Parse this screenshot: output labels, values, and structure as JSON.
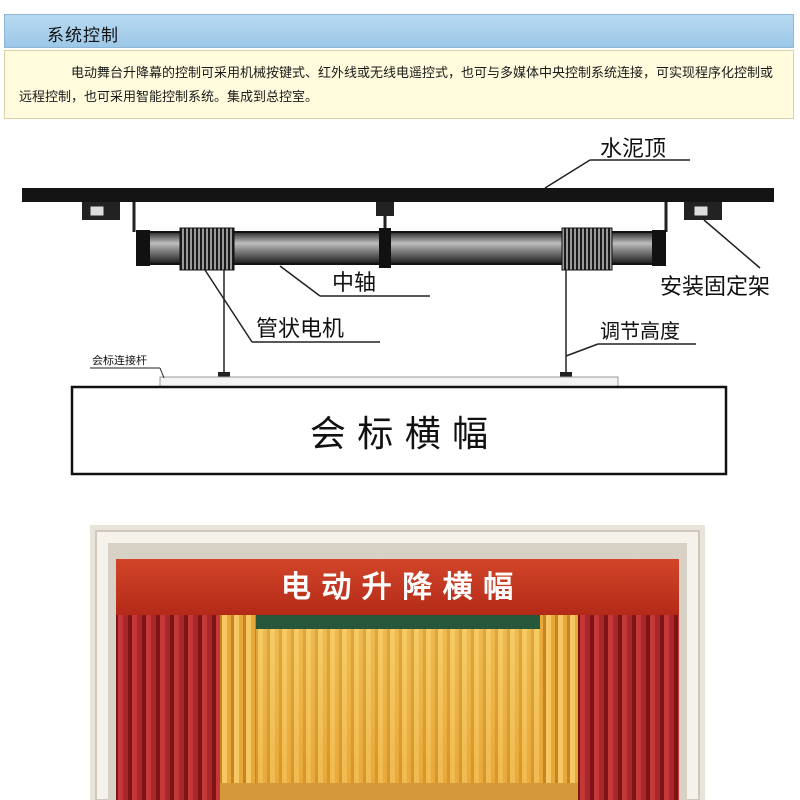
{
  "header": {
    "title": "系统控制"
  },
  "description": {
    "text": "电动舞台升降幕的控制可采用机械按键式、红外线或无线电遥控式，也可与多媒体中央控制系统连接，可实现程序化控制或远程控制，也可采用智能控制系统。集成到总控室。"
  },
  "diagram": {
    "labels": {
      "ceiling": "水泥顶",
      "mount": "安装固定架",
      "shaft": "中轴",
      "motor": "管状电机",
      "height_adjust": "调节高度",
      "connector_rod": "会标连接杆",
      "banner": "会 标 横 幅"
    }
  },
  "stage": {
    "banner_text": "电 动 升 降 横 幅"
  },
  "colors": {
    "header_bg": "#a9d1ee",
    "desc_bg": "#fffbdc",
    "curtain_red": "#b4242a",
    "banner_red": "#c8321e",
    "stage_gold": "#f0c24a"
  }
}
